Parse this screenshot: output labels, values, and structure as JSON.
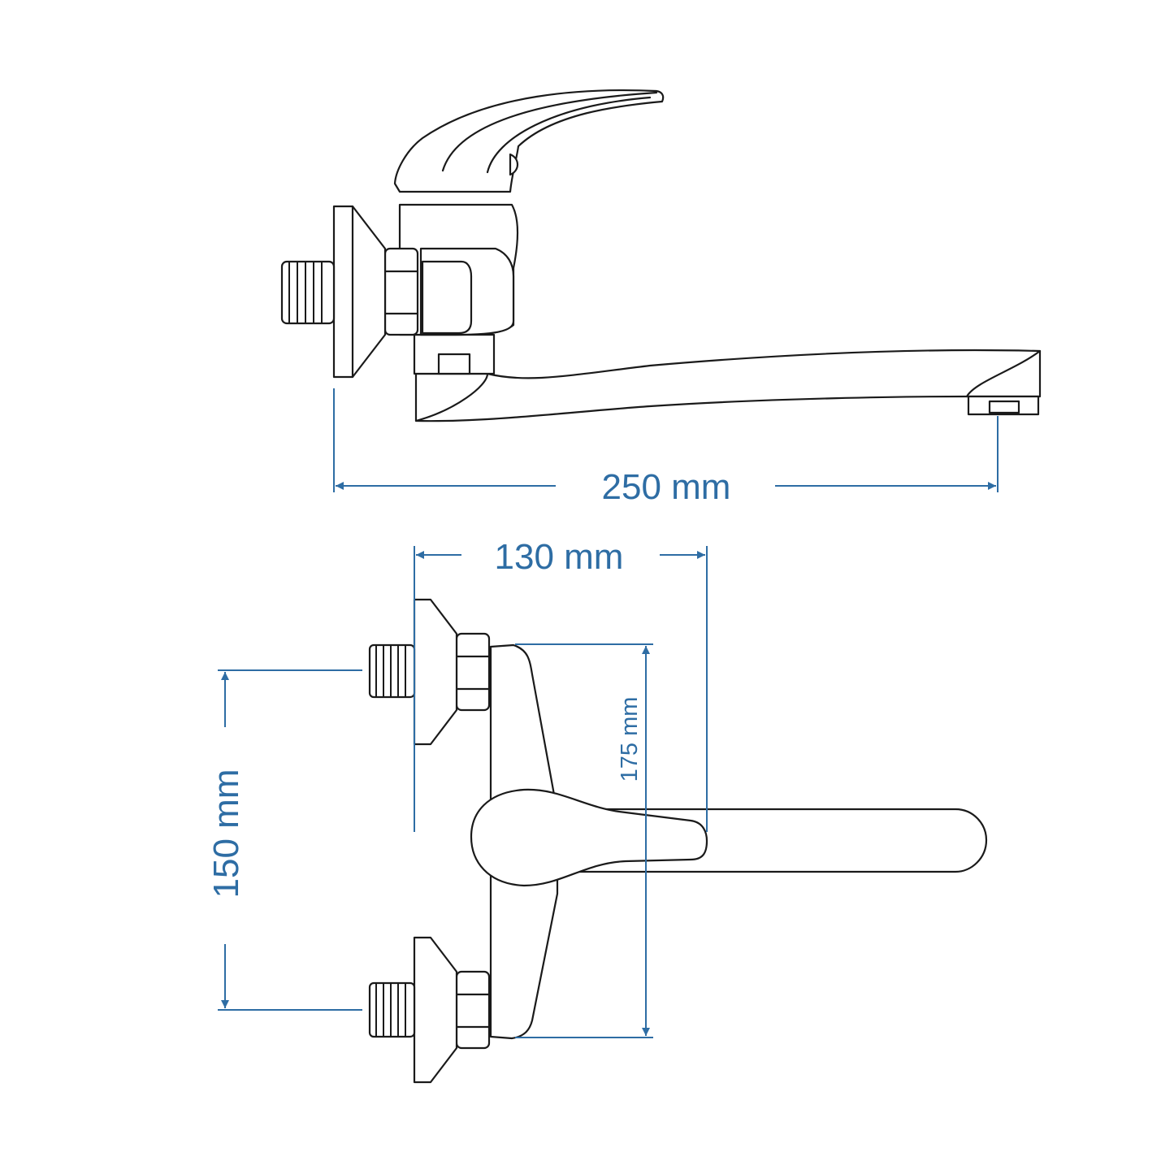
{
  "colors": {
    "dimension": "#2e6da4",
    "outline": "#1a1a1a",
    "background": "#ffffff"
  },
  "dimensions": {
    "overall_length": "250 mm",
    "projection": "130 mm",
    "body_length": "175 mm",
    "inlet_spacing": "150 mm"
  }
}
